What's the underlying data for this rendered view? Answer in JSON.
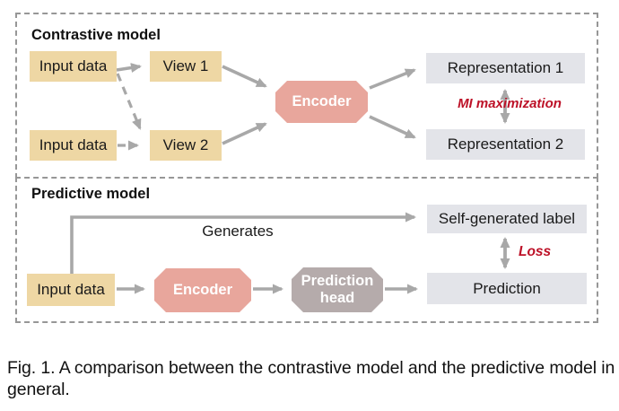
{
  "figure": {
    "caption": "Fig. 1. A comparison between the contrastive model and the predictive model in general."
  },
  "contrastive": {
    "title": "Contrastive model",
    "input1_label": "Input data",
    "input2_label": "Input data",
    "view1_label": "View 1",
    "view2_label": "View 2",
    "encoder_label": "Encoder",
    "representation1_label": "Representation 1",
    "representation2_label": "Representation 2",
    "mi_label": "MI maximization"
  },
  "predictive": {
    "title": "Predictive model",
    "input_label": "Input data",
    "generates_label": "Generates",
    "encoder_label": "Encoder",
    "prediction_head_label": "Prediction head",
    "self_generated_label": "Self-generated label",
    "prediction_label": "Prediction",
    "loss_label": "Loss"
  },
  "colors": {
    "input_box": "#eed7a4",
    "encoder_box": "#e8a69c",
    "prediction_head_box": "#b5abab",
    "output_box": "#e3e4e9",
    "arrow": "#a8a8a8",
    "dashed_border": "#979797",
    "accent_red": "#bd1228",
    "text": "#1a1a1a"
  }
}
